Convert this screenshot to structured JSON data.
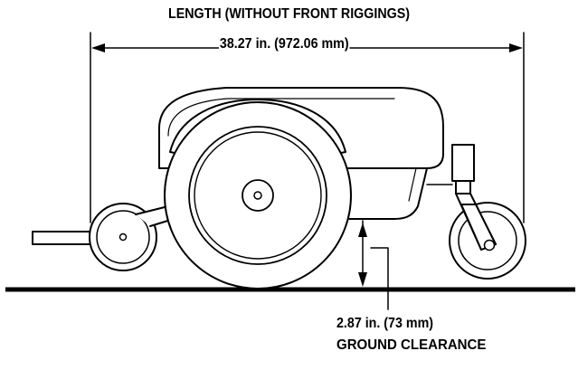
{
  "diagram": {
    "length_title": "LENGTH (WITHOUT FRONT RIGGINGS)",
    "length_value": "38.27 in. (972.06 mm)",
    "clearance_value": "2.87 in. (73 mm)",
    "clearance_title": "GROUND CLEARANCE"
  },
  "colors": {
    "line": "#000000",
    "background": "#ffffff"
  }
}
